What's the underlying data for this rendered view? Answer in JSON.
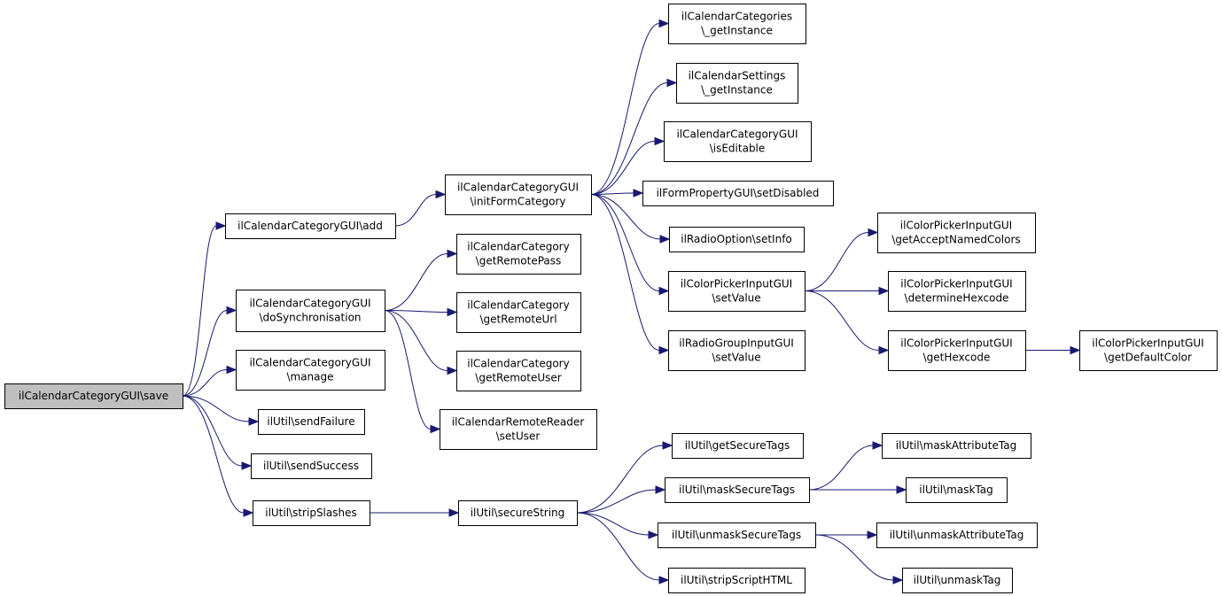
{
  "colors": {
    "edge": "#191970",
    "root_fill": "#bfbfbf",
    "node_fill": "#ffffff",
    "node_stroke": "#000000"
  },
  "nodes": [
    {
      "id": "save",
      "lines": [
        "ilCalendarCategoryGUI\\save"
      ]
    },
    {
      "id": "add",
      "lines": [
        "ilCalendarCategoryGUI\\add"
      ]
    },
    {
      "id": "doSync",
      "lines": [
        "ilCalendarCategoryGUI",
        "\\doSynchronisation"
      ]
    },
    {
      "id": "manage",
      "lines": [
        "ilCalendarCategoryGUI",
        "\\manage"
      ]
    },
    {
      "id": "sendFailure",
      "lines": [
        "ilUtil\\sendFailure"
      ]
    },
    {
      "id": "sendSuccess",
      "lines": [
        "ilUtil\\sendSuccess"
      ]
    },
    {
      "id": "stripSlashes",
      "lines": [
        "ilUtil\\stripSlashes"
      ]
    },
    {
      "id": "initForm",
      "lines": [
        "ilCalendarCategoryGUI",
        "\\initFormCategory"
      ]
    },
    {
      "id": "getRemotePass",
      "lines": [
        "ilCalendarCategory",
        "\\getRemotePass"
      ]
    },
    {
      "id": "getRemoteUrl",
      "lines": [
        "ilCalendarCategory",
        "\\getRemoteUrl"
      ]
    },
    {
      "id": "getRemoteUser",
      "lines": [
        "ilCalendarCategory",
        "\\getRemoteUser"
      ]
    },
    {
      "id": "setUser",
      "lines": [
        "ilCalendarRemoteReader",
        "\\setUser"
      ]
    },
    {
      "id": "secureString",
      "lines": [
        "ilUtil\\secureString"
      ]
    },
    {
      "id": "catInst",
      "lines": [
        "ilCalendarCategories",
        "\\_getInstance"
      ]
    },
    {
      "id": "setInst",
      "lines": [
        "ilCalendarSettings",
        "\\_getInstance"
      ]
    },
    {
      "id": "isEditable",
      "lines": [
        "ilCalendarCategoryGUI",
        "\\isEditable"
      ]
    },
    {
      "id": "setDisabled",
      "lines": [
        "ilFormPropertyGUI\\setDisabled"
      ]
    },
    {
      "id": "setInfo",
      "lines": [
        "ilRadioOption\\setInfo"
      ]
    },
    {
      "id": "cpSetValue",
      "lines": [
        "ilColorPickerInputGUI",
        "\\setValue"
      ]
    },
    {
      "id": "rgSetValue",
      "lines": [
        "ilRadioGroupInputGUI",
        "\\setValue"
      ]
    },
    {
      "id": "getSecureTags",
      "lines": [
        "ilUtil\\getSecureTags"
      ]
    },
    {
      "id": "maskSecureTags",
      "lines": [
        "ilUtil\\maskSecureTags"
      ]
    },
    {
      "id": "unmaskSecureTags",
      "lines": [
        "ilUtil\\unmaskSecureTags"
      ]
    },
    {
      "id": "stripScriptHTML",
      "lines": [
        "ilUtil\\stripScriptHTML"
      ]
    },
    {
      "id": "getAcceptNamed",
      "lines": [
        "ilColorPickerInputGUI",
        "\\getAcceptNamedColors"
      ]
    },
    {
      "id": "determineHex",
      "lines": [
        "ilColorPickerInputGUI",
        "\\determineHexcode"
      ]
    },
    {
      "id": "getHexcode",
      "lines": [
        "ilColorPickerInputGUI",
        "\\getHexcode"
      ]
    },
    {
      "id": "getDefaultColor",
      "lines": [
        "ilColorPickerInputGUI",
        "\\getDefaultColor"
      ]
    },
    {
      "id": "maskAttrTag",
      "lines": [
        "ilUtil\\maskAttributeTag"
      ]
    },
    {
      "id": "maskTag",
      "lines": [
        "ilUtil\\maskTag"
      ]
    },
    {
      "id": "unmaskAttrTag",
      "lines": [
        "ilUtil\\unmaskAttributeTag"
      ]
    },
    {
      "id": "unmaskTag",
      "lines": [
        "ilUtil\\unmaskTag"
      ]
    }
  ],
  "edges": [
    [
      "save",
      "add"
    ],
    [
      "save",
      "doSync"
    ],
    [
      "save",
      "manage"
    ],
    [
      "save",
      "sendFailure"
    ],
    [
      "save",
      "sendSuccess"
    ],
    [
      "save",
      "stripSlashes"
    ],
    [
      "add",
      "initForm"
    ],
    [
      "initForm",
      "catInst"
    ],
    [
      "initForm",
      "setInst"
    ],
    [
      "initForm",
      "isEditable"
    ],
    [
      "initForm",
      "setDisabled"
    ],
    [
      "initForm",
      "setInfo"
    ],
    [
      "initForm",
      "cpSetValue"
    ],
    [
      "initForm",
      "rgSetValue"
    ],
    [
      "doSync",
      "getRemotePass"
    ],
    [
      "doSync",
      "getRemoteUrl"
    ],
    [
      "doSync",
      "getRemoteUser"
    ],
    [
      "doSync",
      "setUser"
    ],
    [
      "cpSetValue",
      "getAcceptNamed"
    ],
    [
      "cpSetValue",
      "determineHex"
    ],
    [
      "cpSetValue",
      "getHexcode"
    ],
    [
      "getHexcode",
      "getDefaultColor"
    ],
    [
      "stripSlashes",
      "secureString"
    ],
    [
      "secureString",
      "getSecureTags"
    ],
    [
      "secureString",
      "maskSecureTags"
    ],
    [
      "secureString",
      "unmaskSecureTags"
    ],
    [
      "secureString",
      "stripScriptHTML"
    ],
    [
      "maskSecureTags",
      "maskAttrTag"
    ],
    [
      "maskSecureTags",
      "maskTag"
    ],
    [
      "unmaskSecureTags",
      "unmaskAttrTag"
    ],
    [
      "unmaskSecureTags",
      "unmaskTag"
    ]
  ]
}
